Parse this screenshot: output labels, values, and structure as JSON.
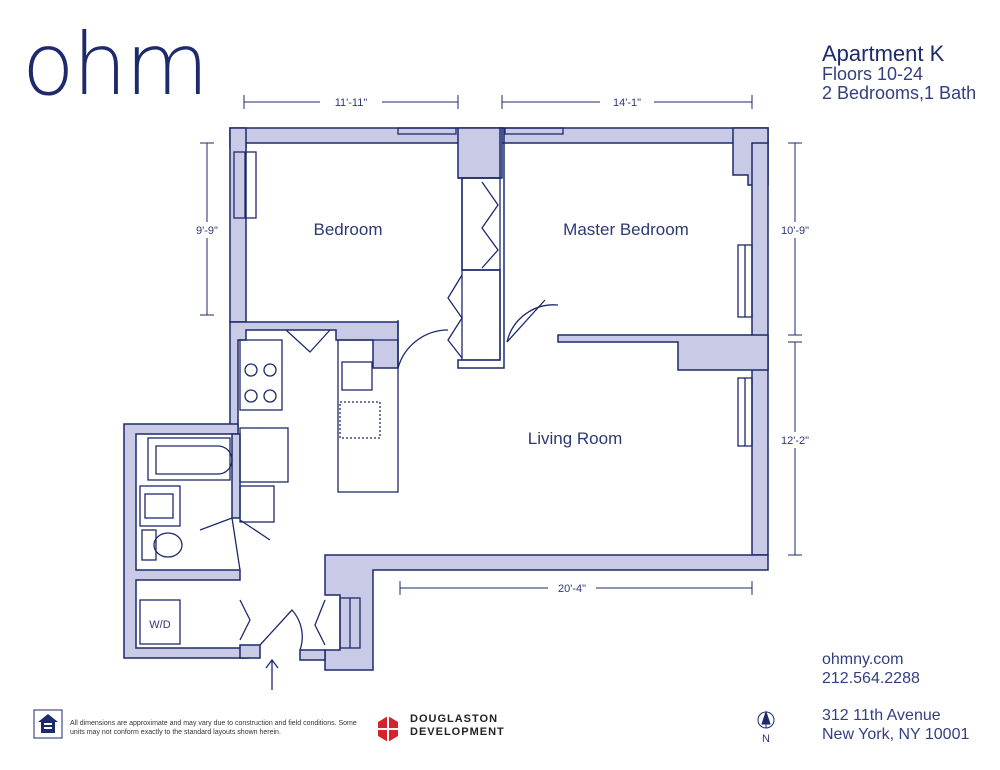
{
  "brand": {
    "logo_text": "ohm"
  },
  "apartment": {
    "name": "Apartment K",
    "floors": "Floors 10-24",
    "layout": "2 Bedrooms,1 Bath"
  },
  "rooms": {
    "bedroom": "Bedroom",
    "master_bedroom": "Master Bedroom",
    "living_room": "Living Room",
    "wd": "W/D"
  },
  "dimensions": {
    "bedroom_width": "11'-11\"",
    "master_width": "14'-1\"",
    "bedroom_depth": "9'-9\"",
    "master_depth": "10'-9\"",
    "living_depth": "12'-2\"",
    "living_width": "20'-4\""
  },
  "contact": {
    "website": "ohmny.com",
    "phone": "212.564.2288",
    "address_line1": "312 11th Avenue",
    "address_line2": "New York, NY 10001"
  },
  "footer": {
    "disclaimer": "All dimensions are approximate and may vary due to construction and field conditions. Some units may not conform exactly to the standard layouts shown herein.",
    "developer_line1": "DOUGLASTON",
    "developer_line2": "DEVELOPMENT",
    "compass_label": "N"
  },
  "colors": {
    "wall_fill": "#c9cbe6",
    "ink": "#1d2a6b",
    "developer_red": "#d6232a"
  }
}
